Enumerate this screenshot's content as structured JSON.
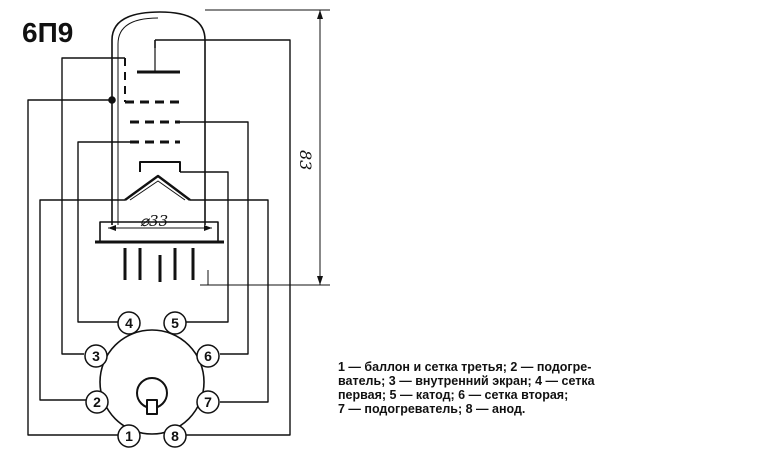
{
  "tube": {
    "type_label": "6П9",
    "height_dim": "83",
    "diameter_dim": "⌀33"
  },
  "pins": [
    "1",
    "2",
    "3",
    "4",
    "5",
    "6",
    "7",
    "8"
  ],
  "legend": {
    "lines": [
      "1 — баллон и сетка третья; 2 — подогре-",
      "ватель; 3 — внутренний экран; 4 — сетка",
      "первая; 5 — катод; 6 — сетка вторая;",
      "7 — подогреватель; 8 — анод."
    ]
  },
  "caption": ""
}
